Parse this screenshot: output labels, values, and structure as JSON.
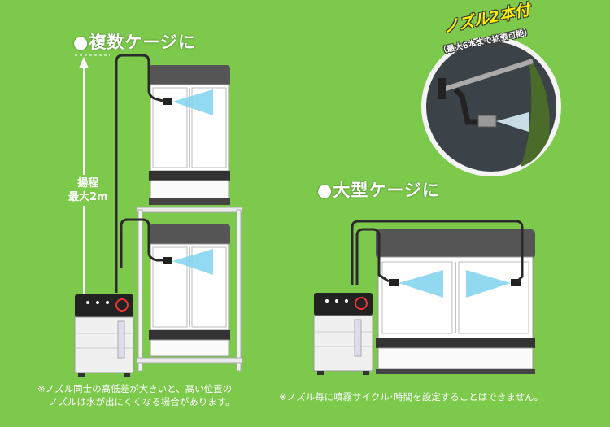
{
  "headings": {
    "multi_cage": "●複数ケージに",
    "large_cage": "●大型ケージに"
  },
  "lift": {
    "line1": "揚程",
    "line2": "最大2m"
  },
  "nozzle_callout": {
    "title": "ノズル2本付",
    "subtitle": "（最大6本まで拡張可能）"
  },
  "notes": {
    "left_line1": "※ノズル同士の高低差が大きいと、高い位置の",
    "left_line2": "ノズルは水が出にくくなる場合があります。",
    "right": "※ノズル毎に噴霧サイクル･時間を設定することはできません。"
  },
  "colors": {
    "background": "#7cc94c",
    "tube": "#2a2a2a",
    "cage_top": "#555555",
    "mist": "#7fd3ee",
    "highlight_text": "#fff200"
  }
}
